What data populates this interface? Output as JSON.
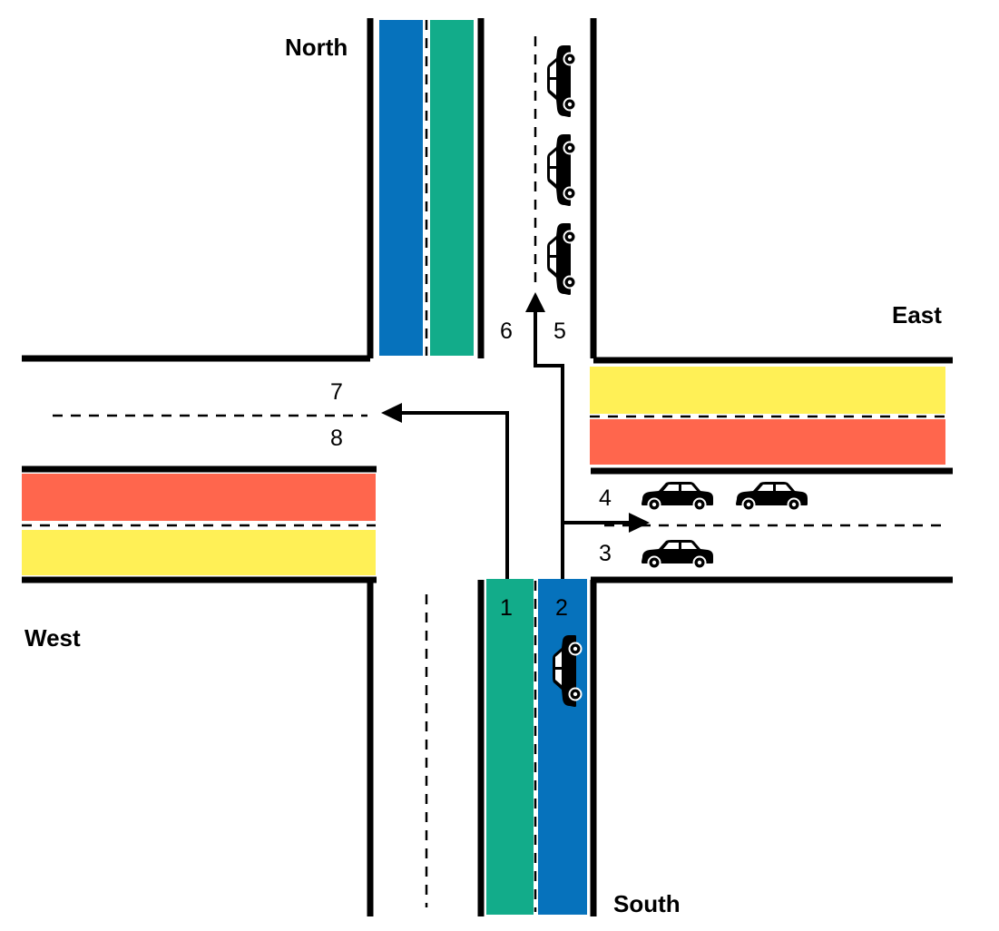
{
  "directions": {
    "north": "North",
    "east": "East",
    "west": "West",
    "south": "South"
  },
  "lanes": {
    "l1": "1",
    "l2": "2",
    "l3": "3",
    "l4": "4",
    "l5": "5",
    "l6": "6",
    "l7": "7",
    "l8": "8"
  },
  "colors": {
    "blue": "#0672BC",
    "green": "#12AC8A",
    "yellow": "#FFF056",
    "red": "#FF664D",
    "road_edge": "#000000"
  },
  "vehicles": {
    "north_queue": 3,
    "east_lane_4": 2,
    "east_lane_3": 1,
    "south_lane_2": 1
  }
}
